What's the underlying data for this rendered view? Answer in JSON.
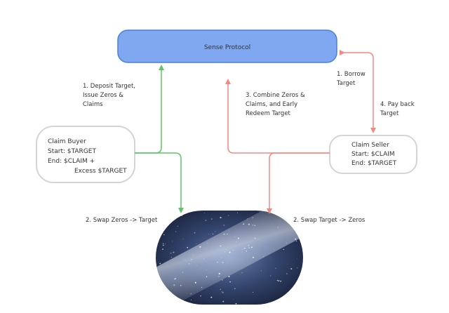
{
  "nodes": {
    "sense_protocol": {
      "label": "Sense Protocol",
      "color": "#7fa8f0",
      "border": "#4a7fd6"
    },
    "claim_buyer": {
      "lines": [
        "Claim Buyer",
        "Start: $TARGET",
        "End:   $CLAIM +",
        "Excess $TARGET"
      ],
      "border": "#d4d4d4"
    },
    "claim_seller": {
      "lines": [
        "Claim Seller",
        "Start: $CLAIM",
        "End:    $TARGET"
      ],
      "border": "#d4d4d4"
    }
  },
  "edges": {
    "deposit": {
      "lines": [
        "1. Deposit Target,",
        "Issue Zeros &",
        "Claims"
      ],
      "color": "#5fc46a"
    },
    "swap_zeros_target": {
      "lines": [
        "2. Swap Zeros -> Target"
      ],
      "color": "#5fc46a"
    },
    "combine": {
      "lines": [
        "3. Combine Zeros &",
        "Claims, and Early",
        "Redeem Target"
      ],
      "color": "#f08a85"
    },
    "borrow": {
      "lines": [
        "1. Borrow",
        "Target"
      ],
      "color": "#f08a85"
    },
    "pay_back": {
      "lines": [
        "4. Pay back",
        "Target"
      ],
      "color": "#f08a85"
    },
    "swap_target_zeros": {
      "lines": [
        "2. Swap Target -> Zeros"
      ],
      "color": "#f08a85"
    }
  },
  "colors": {
    "green": "#5fc46a",
    "red": "#f08a85",
    "sky_dark": "#1a2440",
    "sky_light": "#6a7fa8"
  }
}
